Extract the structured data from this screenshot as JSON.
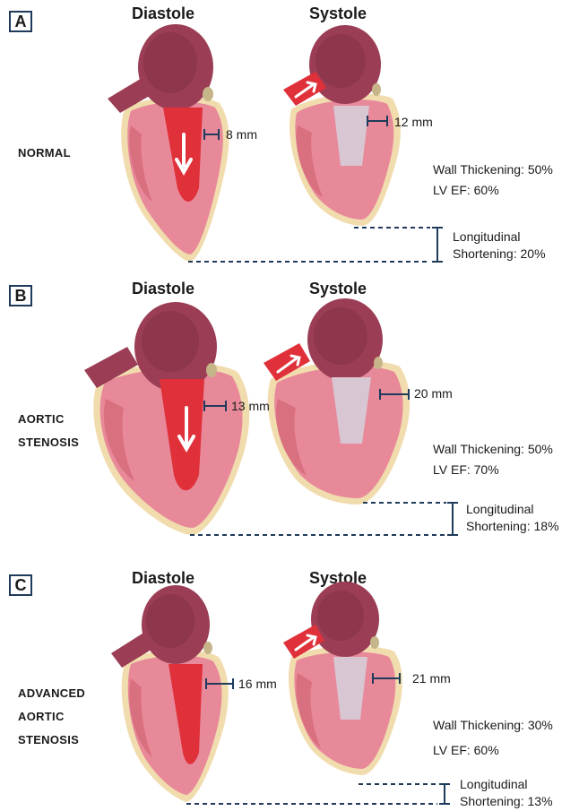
{
  "panels": [
    {
      "letter": "A",
      "diastole_title": "Diastole",
      "systole_title": "Systole",
      "condition": [
        "NORMAL"
      ],
      "diastole_wall": "8 mm",
      "systole_wall": "12 mm",
      "wall_thickening": "Wall Thickening: 50%",
      "lv_ef": "LV EF: 60%",
      "longitudinal": "Longitudinal",
      "shortening": "Shortening: 20%"
    },
    {
      "letter": "B",
      "diastole_title": "Diastole",
      "systole_title": "Systole",
      "condition": [
        "AORTIC",
        "STENOSIS"
      ],
      "diastole_wall": "13 mm",
      "systole_wall": "20 mm",
      "wall_thickening": "Wall Thickening: 50%",
      "lv_ef": "LV EF: 70%",
      "longitudinal": "Longitudinal",
      "shortening": "Shortening: 18%"
    },
    {
      "letter": "C",
      "diastole_title": "Diastole",
      "systole_title": "Systole",
      "condition": [
        "ADVANCED",
        "AORTIC",
        "STENOSIS"
      ],
      "diastole_wall": "16 mm",
      "systole_wall": "21 mm",
      "wall_thickening": "Wall Thickening: 30%",
      "lv_ef": "LV EF: 60%",
      "longitudinal": "Longitudinal",
      "shortening": "Shortening: 13%"
    }
  ],
  "colors": {
    "myocardium": "#e8899a",
    "myocardium_dark": "#d9707f",
    "epicardium": "#f1dcae",
    "atrium": "#9b3e55",
    "atrium_dark": "#7c2d43",
    "blood": "#e0303a",
    "valve": "#d8c6d2",
    "leader": "#1f3a5a"
  }
}
